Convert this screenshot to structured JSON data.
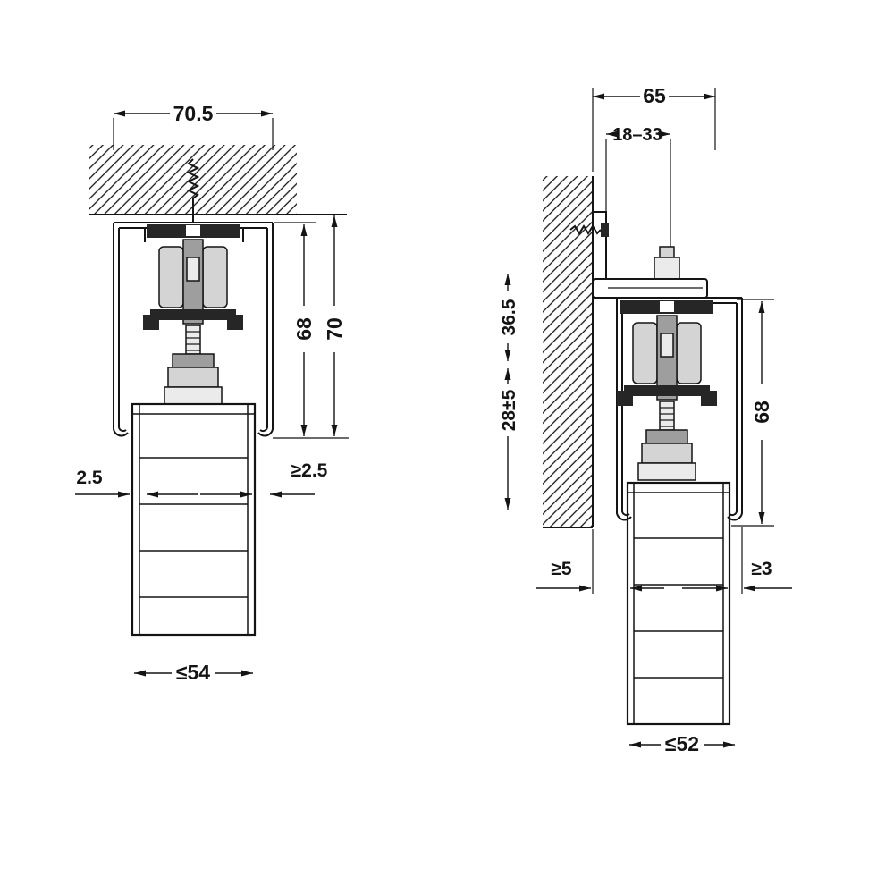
{
  "drawing": {
    "ink": "#141414",
    "views": {
      "left": {
        "dims": {
          "track_width": "70.5",
          "height_to_track": "68",
          "height_overall": "70",
          "gap_left": "2.5",
          "gap_right": "≥2.5",
          "door_max_thickness": "≤54"
        }
      },
      "right": {
        "dims": {
          "overall_width": "65",
          "wall_to_bolt": "18–33",
          "offset_upper": "36.5",
          "offset_lower": "28±5",
          "track_height": "68",
          "gap_wall": "≥5",
          "gap_track": "≥3",
          "door_max_thickness": "≤52"
        }
      }
    }
  }
}
